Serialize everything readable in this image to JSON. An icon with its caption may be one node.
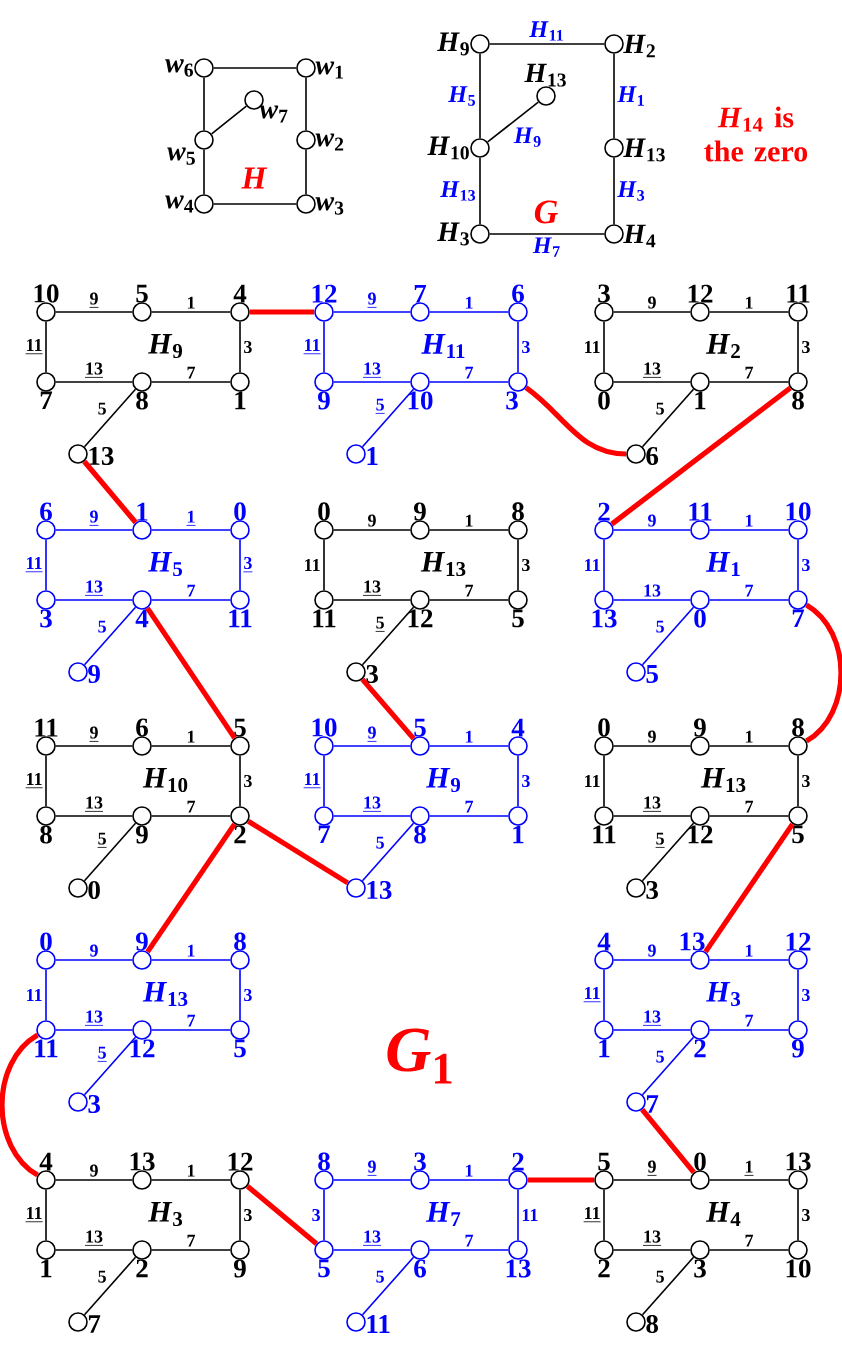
{
  "diagram": {
    "nodes": [
      {
        "text": [],
        "shape": "circle",
        "beside": [
          "*w*$_{6}$"
        ]
      },
      {
        "text": [],
        "shape": "circle",
        "beside": [
          "*w*$_{1}$"
        ]
      },
      {
        "text": [],
        "shape": "circle",
        "beside": [
          "*w*$_{7}$"
        ]
      },
      {
        "text": [],
        "shape": "circle",
        "beside": [
          "*w*$_{5}$"
        ]
      },
      {
        "text": [],
        "shape": "circle",
        "beside": [
          "*w*$_{2}$"
        ]
      },
      {
        "text": [],
        "shape": "circle",
        "beside": [
          "*w*$_{4}$"
        ]
      },
      {
        "text": [],
        "shape": "circle",
        "beside": [
          "*w*$_{3}$"
        ]
      },
      {
        "text": [],
        "shape": "circle",
        "beside": [
          "*H*$_{9}$"
        ]
      },
      {
        "text": [],
        "shape": "circle",
        "beside": [
          "*H*$_{2}$"
        ]
      },
      {
        "text": [],
        "shape": "circle",
        "beside": [
          "*H*$_{13}$"
        ]
      },
      {
        "text": [],
        "shape": "circle",
        "beside": [
          "*H*$_{10}$"
        ]
      },
      {
        "text": [],
        "shape": "circle",
        "beside": [
          "*H*$_{13}$"
        ]
      },
      {
        "text": [],
        "shape": "circle",
        "beside": [
          "*H*$_{3}$"
        ]
      },
      {
        "text": [],
        "shape": "circle",
        "beside": [
          "*H*$_{4}$"
        ]
      },
      {
        "text": [],
        "shape": "circle",
        "beside": [
          "10"
        ]
      },
      {
        "text": [],
        "shape": "circle",
        "beside": [
          "5"
        ]
      },
      {
        "text": [],
        "shape": "circle",
        "beside": [
          "4"
        ]
      },
      {
        "text": [],
        "shape": "circle",
        "beside": [
          "7"
        ]
      },
      {
        "text": [],
        "shape": "circle",
        "beside": [
          "8"
        ]
      },
      {
        "text": [],
        "shape": "circle",
        "beside": [
          "1"
        ]
      },
      {
        "text": [],
        "shape": "circle",
        "beside": [
          "13"
        ]
      },
      {
        "text": [],
        "shape": "circle",
        "beside": [
          "12"
        ]
      },
      {
        "text": [],
        "shape": "circle",
        "beside": [
          "7"
        ]
      },
      {
        "text": [],
        "shape": "circle",
        "beside": [
          "6"
        ]
      },
      {
        "text": [],
        "shape": "circle",
        "beside": [
          "9"
        ]
      },
      {
        "text": [],
        "shape": "circle",
        "beside": [
          "10"
        ]
      },
      {
        "text": [],
        "shape": "circle",
        "beside": [
          "3"
        ]
      },
      {
        "text": [],
        "shape": "circle",
        "beside": [
          "1"
        ]
      },
      {
        "text": [],
        "shape": "circle",
        "beside": [
          "3"
        ]
      },
      {
        "text": [],
        "shape": "circle",
        "beside": [
          "12"
        ]
      },
      {
        "text": [],
        "shape": "circle",
        "beside": [
          "11"
        ]
      },
      {
        "text": [],
        "shape": "circle",
        "beside": [
          "0"
        ]
      },
      {
        "text": [],
        "shape": "circle",
        "beside": [
          "1"
        ]
      },
      {
        "text": [],
        "shape": "circle",
        "beside": [
          "8"
        ]
      },
      {
        "text": [],
        "shape": "circle",
        "beside": [
          "6"
        ]
      },
      {
        "text": [],
        "shape": "circle",
        "beside": [
          "6"
        ]
      },
      {
        "text": [],
        "shape": "circle",
        "beside": [
          "1"
        ]
      },
      {
        "text": [],
        "shape": "circle",
        "beside": [
          "0"
        ]
      },
      {
        "text": [],
        "shape": "circle",
        "beside": [
          "3"
        ]
      },
      {
        "text": [],
        "shape": "circle",
        "beside": [
          "4"
        ]
      },
      {
        "text": [],
        "shape": "circle",
        "beside": [
          "11"
        ]
      },
      {
        "text": [],
        "shape": "circle",
        "beside": [
          "9"
        ]
      },
      {
        "text": [],
        "shape": "circle",
        "beside": [
          "0"
        ]
      },
      {
        "text": [],
        "shape": "circle",
        "beside": [
          "9"
        ]
      },
      {
        "text": [],
        "shape": "circle",
        "beside": [
          "8"
        ]
      },
      {
        "text": [],
        "shape": "circle",
        "beside": [
          "11"
        ]
      },
      {
        "text": [],
        "shape": "circle",
        "beside": [
          "12"
        ]
      },
      {
        "text": [],
        "shape": "circle",
        "beside": [
          "5"
        ]
      },
      {
        "text": [],
        "shape": "circle",
        "beside": [
          "3"
        ]
      },
      {
        "text": [],
        "shape": "circle",
        "beside": [
          "2"
        ]
      },
      {
        "text": [],
        "shape": "circle",
        "beside": [
          "11"
        ]
      },
      {
        "text": [],
        "shape": "circle",
        "beside": [
          "10"
        ]
      },
      {
        "text": [],
        "shape": "circle",
        "beside": [
          "13"
        ]
      },
      {
        "text": [],
        "shape": "circle",
        "beside": [
          "0"
        ]
      },
      {
        "text": [],
        "shape": "circle",
        "beside": [
          "7"
        ]
      },
      {
        "text": [],
        "shape": "circle",
        "beside": [
          "5"
        ]
      },
      {
        "text": [],
        "shape": "circle",
        "beside": [
          "11"
        ]
      },
      {
        "text": [],
        "shape": "circle",
        "beside": [
          "6"
        ]
      },
      {
        "text": [],
        "shape": "circle",
        "beside": [
          "5"
        ]
      },
      {
        "text": [],
        "shape": "circle",
        "beside": [
          "8"
        ]
      },
      {
        "text": [],
        "shape": "circle",
        "beside": [
          "9"
        ]
      },
      {
        "text": [],
        "shape": "circle",
        "beside": [
          "2"
        ]
      },
      {
        "text": [],
        "shape": "circle",
        "beside": [
          "0"
        ]
      },
      {
        "text": [],
        "shape": "circle",
        "beside": [
          "10"
        ]
      },
      {
        "text": [],
        "shape": "circle",
        "beside": [
          "5"
        ]
      },
      {
        "text": [],
        "shape": "circle",
        "beside": [
          "4"
        ]
      },
      {
        "text": [],
        "shape": "circle",
        "beside": [
          "7"
        ]
      },
      {
        "text": [],
        "shape": "circle",
        "beside": [
          "8"
        ]
      },
      {
        "text": [],
        "shape": "circle",
        "beside": [
          "1"
        ]
      },
      {
        "text": [],
        "shape": "circle",
        "beside": [
          "13"
        ]
      },
      {
        "text": [],
        "shape": "circle",
        "beside": [
          "0"
        ]
      },
      {
        "text": [],
        "shape": "circle",
        "beside": [
          "9"
        ]
      },
      {
        "text": [],
        "shape": "circle",
        "beside": [
          "8"
        ]
      },
      {
        "text": [],
        "shape": "circle",
        "beside": [
          "11"
        ]
      },
      {
        "text": [],
        "shape": "circle",
        "beside": [
          "12"
        ]
      },
      {
        "text": [],
        "shape": "circle",
        "beside": [
          "5"
        ]
      },
      {
        "text": [],
        "shape": "circle",
        "beside": [
          "3"
        ]
      },
      {
        "text": [],
        "shape": "circle",
        "beside": [
          "0"
        ]
      },
      {
        "text": [],
        "shape": "circle",
        "beside": [
          "9"
        ]
      },
      {
        "text": [],
        "shape": "circle",
        "beside": [
          "8"
        ]
      },
      {
        "text": [],
        "shape": "circle",
        "beside": [
          "11"
        ]
      },
      {
        "text": [],
        "shape": "circle",
        "beside": [
          "12"
        ]
      },
      {
        "text": [],
        "shape": "circle",
        "beside": [
          "5"
        ]
      },
      {
        "text": [],
        "shape": "circle",
        "beside": [
          "3"
        ]
      },
      {
        "text": [],
        "shape": "circle",
        "beside": [
          "4"
        ]
      },
      {
        "text": [],
        "shape": "circle",
        "beside": [
          "13"
        ]
      },
      {
        "text": [],
        "shape": "circle",
        "beside": [
          "12"
        ]
      },
      {
        "text": [],
        "shape": "circle",
        "beside": [
          "1"
        ]
      },
      {
        "text": [],
        "shape": "circle",
        "beside": [
          "2"
        ]
      },
      {
        "text": [],
        "shape": "circle",
        "beside": [
          "9"
        ]
      },
      {
        "text": [],
        "shape": "circle",
        "beside": [
          "7"
        ]
      },
      {
        "text": [],
        "shape": "circle",
        "beside": [
          "4"
        ]
      },
      {
        "text": [],
        "shape": "circle",
        "beside": [
          "13"
        ]
      },
      {
        "text": [],
        "shape": "circle",
        "beside": [
          "12"
        ]
      },
      {
        "text": [],
        "shape": "circle",
        "beside": [
          "1"
        ]
      },
      {
        "text": [],
        "shape": "circle",
        "beside": [
          "2"
        ]
      },
      {
        "text": [],
        "shape": "circle",
        "beside": [
          "9"
        ]
      },
      {
        "text": [],
        "shape": "circle",
        "beside": [
          "7"
        ]
      },
      {
        "text": [],
        "shape": "circle",
        "beside": [
          "8"
        ]
      },
      {
        "text": [],
        "shape": "circle",
        "beside": [
          "3"
        ]
      },
      {
        "text": [],
        "shape": "circle",
        "beside": [
          "2"
        ]
      },
      {
        "text": [],
        "shape": "circle",
        "beside": [
          "5"
        ]
      },
      {
        "text": [],
        "shape": "circle",
        "beside": [
          "6"
        ]
      },
      {
        "text": [],
        "shape": "circle",
        "beside": [
          "13"
        ]
      },
      {
        "text": [],
        "shape": "circle",
        "beside": [
          "11"
        ]
      },
      {
        "text": [],
        "shape": "circle",
        "beside": [
          "5"
        ]
      },
      {
        "text": [],
        "shape": "circle",
        "beside": [
          "0"
        ]
      },
      {
        "text": [],
        "shape": "circle",
        "beside": [
          "13"
        ]
      },
      {
        "text": [],
        "shape": "circle",
        "beside": [
          "2"
        ]
      },
      {
        "text": [],
        "shape": "circle",
        "beside": [
          "3"
        ]
      },
      {
        "text": [],
        "shape": "circle",
        "beside": [
          "10"
        ]
      },
      {
        "text": [],
        "shape": "circle",
        "beside": [
          "8"
        ]
      }
    ],
    "edges": [
      {
        "from": 0,
        "to": 1,
        "arrow": "none"
      },
      {
        "from": 1,
        "to": 4,
        "arrow": "none"
      },
      {
        "from": 4,
        "to": 6,
        "arrow": "none"
      },
      {
        "from": 6,
        "to": 5,
        "arrow": "none"
      },
      {
        "from": 5,
        "to": 3,
        "arrow": "none"
      },
      {
        "from": 3,
        "to": 0,
        "arrow": "none"
      },
      {
        "from": 3,
        "to": 2,
        "arrow": "none"
      },
      {
        "from": 7,
        "to": 8,
        "arrow": "none",
        "label": "*H*$_{11}$"
      },
      {
        "from": 8,
        "to": 11,
        "arrow": "none",
        "label": "*H*$_{1}$"
      },
      {
        "from": 11,
        "to": 13,
        "arrow": "none",
        "label": "*H*$_{3}$"
      },
      {
        "from": 13,
        "to": 12,
        "arrow": "none",
        "label": "*H*$_{7}$"
      },
      {
        "from": 12,
        "to": 10,
        "arrow": "none",
        "label": "*H*$_{13}$"
      },
      {
        "from": 10,
        "to": 7,
        "arrow": "none",
        "label": "*H*$_{5}$"
      },
      {
        "from": 10,
        "to": 9,
        "arrow": "none",
        "label": "*H*$_{9}$"
      },
      {
        "from": 14,
        "to": 15,
        "arrow": "none",
        "label": "9"
      },
      {
        "from": 15,
        "to": 16,
        "arrow": "none",
        "label": "1"
      },
      {
        "from": 14,
        "to": 17,
        "arrow": "none",
        "label": "11"
      },
      {
        "from": 16,
        "to": 19,
        "arrow": "none",
        "label": "3"
      },
      {
        "from": 17,
        "to": 18,
        "arrow": "none",
        "label": "13"
      },
      {
        "from": 18,
        "to": 19,
        "arrow": "none",
        "label": "7"
      },
      {
        "from": 18,
        "to": 20,
        "arrow": "none",
        "label": "5"
      },
      {
        "from": 21,
        "to": 22,
        "arrow": "none",
        "label": "9",
        "color": "#0000ff"
      },
      {
        "from": 22,
        "to": 23,
        "arrow": "none",
        "label": "1",
        "color": "#0000ff"
      },
      {
        "from": 21,
        "to": 24,
        "arrow": "none",
        "label": "11",
        "color": "#0000ff"
      },
      {
        "from": 23,
        "to": 26,
        "arrow": "none",
        "label": "3",
        "color": "#0000ff"
      },
      {
        "from": 24,
        "to": 25,
        "arrow": "none",
        "label": "13",
        "color": "#0000ff"
      },
      {
        "from": 25,
        "to": 26,
        "arrow": "none",
        "label": "7",
        "color": "#0000ff"
      },
      {
        "from": 25,
        "to": 27,
        "arrow": "none",
        "label": "5",
        "color": "#0000ff"
      },
      {
        "from": 28,
        "to": 29,
        "arrow": "none",
        "label": "9"
      },
      {
        "from": 29,
        "to": 30,
        "arrow": "none",
        "label": "1"
      },
      {
        "from": 28,
        "to": 31,
        "arrow": "none",
        "label": "11"
      },
      {
        "from": 30,
        "to": 33,
        "arrow": "none",
        "label": "3"
      },
      {
        "from": 31,
        "to": 32,
        "arrow": "none",
        "label": "13"
      },
      {
        "from": 32,
        "to": 33,
        "arrow": "none",
        "label": "7"
      },
      {
        "from": 32,
        "to": 34,
        "arrow": "none",
        "label": "5"
      },
      {
        "from": 35,
        "to": 36,
        "arrow": "none",
        "label": "9",
        "color": "#0000ff"
      },
      {
        "from": 36,
        "to": 37,
        "arrow": "none",
        "label": "1",
        "color": "#0000ff"
      },
      {
        "from": 35,
        "to": 38,
        "arrow": "none",
        "label": "11",
        "color": "#0000ff"
      },
      {
        "from": 37,
        "to": 40,
        "arrow": "none",
        "label": "3",
        "color": "#0000ff"
      },
      {
        "from": 38,
        "to": 39,
        "arrow": "none",
        "label": "13",
        "color": "#0000ff"
      },
      {
        "from": 39,
        "to": 40,
        "arrow": "none",
        "label": "7",
        "color": "#0000ff"
      },
      {
        "from": 39,
        "to": 41,
        "arrow": "none",
        "label": "5",
        "color": "#0000ff"
      },
      {
        "from": 42,
        "to": 43,
        "arrow": "none",
        "label": "9"
      },
      {
        "from": 43,
        "to": 44,
        "arrow": "none",
        "label": "1"
      },
      {
        "from": 42,
        "to": 45,
        "arrow": "none",
        "label": "11"
      },
      {
        "from": 44,
        "to": 47,
        "arrow": "none",
        "label": "3"
      },
      {
        "from": 45,
        "to": 46,
        "arrow": "none",
        "label": "13"
      },
      {
        "from": 46,
        "to": 47,
        "arrow": "none",
        "label": "7"
      },
      {
        "from": 46,
        "to": 48,
        "arrow": "none",
        "label": "5"
      },
      {
        "from": 49,
        "to": 50,
        "arrow": "none",
        "label": "9",
        "color": "#0000ff"
      },
      {
        "from": 50,
        "to": 51,
        "arrow": "none",
        "label": "1",
        "color": "#0000ff"
      },
      {
        "from": 49,
        "to": 52,
        "arrow": "none",
        "label": "11",
        "color": "#0000ff"
      },
      {
        "from": 51,
        "to": 54,
        "arrow": "none",
        "label": "3",
        "color": "#0000ff"
      },
      {
        "from": 52,
        "to": 53,
        "arrow": "none",
        "label": "13",
        "color": "#0000ff"
      },
      {
        "from": 53,
        "to": 54,
        "arrow": "none",
        "label": "7",
        "color": "#0000ff"
      },
      {
        "from": 53,
        "to": 55,
        "arrow": "none",
        "label": "5",
        "color": "#0000ff"
      },
      {
        "from": 56,
        "to": 57,
        "arrow": "none",
        "label": "9"
      },
      {
        "from": 57,
        "to": 58,
        "arrow": "none",
        "label": "1"
      },
      {
        "from": 56,
        "to": 59,
        "arrow": "none",
        "label": "11"
      },
      {
        "from": 58,
        "to": 61,
        "arrow": "none",
        "label": "3"
      },
      {
        "from": 59,
        "to": 60,
        "arrow": "none",
        "label": "13"
      },
      {
        "from": 60,
        "to": 61,
        "arrow": "none",
        "label": "7"
      },
      {
        "from": 60,
        "to": 62,
        "arrow": "none",
        "label": "5"
      },
      {
        "from": 63,
        "to": 64,
        "arrow": "none",
        "label": "9",
        "color": "#0000ff"
      },
      {
        "from": 64,
        "to": 65,
        "arrow": "none",
        "label": "1",
        "color": "#0000ff"
      },
      {
        "from": 63,
        "to": 66,
        "arrow": "none",
        "label": "11",
        "color": "#0000ff"
      },
      {
        "from": 65,
        "to": 68,
        "arrow": "none",
        "label": "3",
        "color": "#0000ff"
      },
      {
        "from": 66,
        "to": 67,
        "arrow": "none",
        "label": "13",
        "color": "#0000ff"
      },
      {
        "from": 67,
        "to": 68,
        "arrow": "none",
        "label": "7",
        "color": "#0000ff"
      },
      {
        "from": 67,
        "to": 69,
        "arrow": "none",
        "label": "5",
        "color": "#0000ff"
      },
      {
        "from": 70,
        "to": 71,
        "arrow": "none",
        "label": "9"
      },
      {
        "from": 71,
        "to": 72,
        "arrow": "none",
        "label": "1"
      },
      {
        "from": 70,
        "to": 73,
        "arrow": "none",
        "label": "11"
      },
      {
        "from": 72,
        "to": 75,
        "arrow": "none",
        "label": "3"
      },
      {
        "from": 73,
        "to": 74,
        "arrow": "none",
        "label": "13"
      },
      {
        "from": 74,
        "to": 75,
        "arrow": "none",
        "label": "7"
      },
      {
        "from": 74,
        "to": 76,
        "arrow": "none",
        "label": "5"
      },
      {
        "from": 77,
        "to": 78,
        "arrow": "none",
        "label": "9",
        "color": "#0000ff"
      },
      {
        "from": 78,
        "to": 79,
        "arrow": "none",
        "label": "1",
        "color": "#0000ff"
      },
      {
        "from": 77,
        "to": 80,
        "arrow": "none",
        "label": "11",
        "color": "#0000ff"
      },
      {
        "from": 79,
        "to": 82,
        "arrow": "none",
        "label": "3",
        "color": "#0000ff"
      },
      {
        "from": 80,
        "to": 81,
        "arrow": "none",
        "label": "13",
        "color": "#0000ff"
      },
      {
        "from": 81,
        "to": 82,
        "arrow": "none",
        "label": "7",
        "color": "#0000ff"
      },
      {
        "from": 81,
        "to": 83,
        "arrow": "none",
        "label": "5",
        "color": "#0000ff"
      },
      {
        "from": 84,
        "to": 85,
        "arrow": "none",
        "label": "9",
        "color": "#0000ff"
      },
      {
        "from": 85,
        "to": 86,
        "arrow": "none",
        "label": "1",
        "color": "#0000ff"
      },
      {
        "from": 84,
        "to": 87,
        "arrow": "none",
        "label": "11",
        "color": "#0000ff"
      },
      {
        "from": 86,
        "to": 89,
        "arrow": "none",
        "label": "3",
        "color": "#0000ff"
      },
      {
        "from": 87,
        "to": 88,
        "arrow": "none",
        "label": "13",
        "color": "#0000ff"
      },
      {
        "from": 88,
        "to": 89,
        "arrow": "none",
        "label": "7",
        "color": "#0000ff"
      },
      {
        "from": 88,
        "to": 90,
        "arrow": "none",
        "label": "5",
        "color": "#0000ff"
      },
      {
        "from": 91,
        "to": 92,
        "arrow": "none",
        "label": "9"
      },
      {
        "from": 92,
        "to": 93,
        "arrow": "none",
        "label": "1"
      },
      {
        "from": 91,
        "to": 94,
        "arrow": "none",
        "label": "11"
      },
      {
        "from": 93,
        "to": 96,
        "arrow": "none",
        "label": "3"
      },
      {
        "from": 94,
        "to": 95,
        "arrow": "none",
        "label": "13"
      },
      {
        "from": 95,
        "to": 96,
        "arrow": "none",
        "label": "7"
      },
      {
        "from": 95,
        "to": 97,
        "arrow": "none",
        "label": "5"
      },
      {
        "from": 98,
        "to": 99,
        "arrow": "none",
        "label": "9",
        "color": "#0000ff"
      },
      {
        "from": 99,
        "to": 100,
        "arrow": "none",
        "label": "1",
        "color": "#0000ff"
      },
      {
        "from": 98,
        "to": 101,
        "arrow": "none",
        "label": "3",
        "color": "#0000ff"
      },
      {
        "from": 100,
        "to": 103,
        "arrow": "none",
        "label": "11",
        "color": "#0000ff"
      },
      {
        "from": 101,
        "to": 102,
        "arrow": "none",
        "label": "13",
        "color": "#0000ff"
      },
      {
        "from": 102,
        "to": 103,
        "arrow": "none",
        "label": "7",
        "color": "#0000ff"
      },
      {
        "from": 102,
        "to": 104,
        "arrow": "none",
        "label": "5",
        "color": "#0000ff"
      },
      {
        "from": 105,
        "to": 106,
        "arrow": "none",
        "label": "9"
      },
      {
        "from": 106,
        "to": 107,
        "arrow": "none",
        "label": "1"
      },
      {
        "from": 105,
        "to": 108,
        "arrow": "none",
        "label": "11"
      },
      {
        "from": 107,
        "to": 110,
        "arrow": "none",
        "label": "3"
      },
      {
        "from": 108,
        "to": 109,
        "arrow": "none",
        "label": "13"
      },
      {
        "from": 109,
        "to": 110,
        "arrow": "none",
        "label": "7"
      },
      {
        "from": 109,
        "to": 111,
        "arrow": "none",
        "label": "5"
      },
      {
        "from": 16,
        "to": 21,
        "arrow": "none",
        "style": "thick",
        "color": "#ff0000"
      },
      {
        "from": 26,
        "to": 34,
        "arrow": "none",
        "style": "thick",
        "color": "#ff0000"
      },
      {
        "from": 33,
        "to": 49,
        "arrow": "none",
        "style": "thick",
        "color": "#ff0000"
      },
      {
        "from": 20,
        "to": 36,
        "arrow": "none",
        "style": "thick",
        "color": "#ff0000"
      },
      {
        "from": 39,
        "to": 58,
        "arrow": "none",
        "style": "thick",
        "color": "#ff0000"
      },
      {
        "from": 48,
        "to": 64,
        "arrow": "none",
        "style": "thick",
        "color": "#ff0000"
      },
      {
        "from": 54,
        "to": 72,
        "arrow": "none",
        "style": "thick",
        "color": "#ff0000"
      },
      {
        "from": 61,
        "to": 69,
        "arrow": "none",
        "style": "thick",
        "color": "#ff0000"
      },
      {
        "from": 61,
        "to": 78,
        "arrow": "none",
        "style": "thick",
        "color": "#ff0000"
      },
      {
        "from": 75,
        "to": 85,
        "arrow": "none",
        "style": "thick",
        "color": "#ff0000"
      },
      {
        "from": 80,
        "to": 91,
        "arrow": "none",
        "style": "thick",
        "color": "#ff0000"
      },
      {
        "from": 90,
        "to": 106,
        "arrow": "none",
        "style": "thick",
        "color": "#ff0000"
      },
      {
        "from": 93,
        "to": 101,
        "arrow": "none",
        "style": "thick",
        "color": "#ff0000"
      },
      {
        "from": 100,
        "to": 105,
        "arrow": "none",
        "style": "thick",
        "color": "#ff0000"
      }
    ],
    "labels": [
      "H",
      "G",
      "*H*$_{14}$ is the zero",
      "*H*$_{9}$",
      "*H*$_{11}$",
      "*H*$_{2}$",
      "*H*$_{5}$",
      "*H*$_{13}$",
      "*H*$_{1}$",
      "*H*$_{10}$",
      "*H*$_{9}$",
      "*H*$_{13}$",
      "*H*$_{13}$",
      "*G*$_{1}$",
      "*H*$_{3}$",
      "*H*$_{3}$",
      "*H*$_{7}$",
      "*H*$_{4}$"
    ]
  }
}
